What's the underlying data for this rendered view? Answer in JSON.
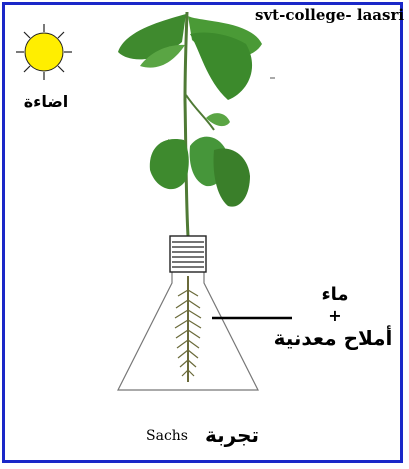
{
  "credit": "svt-college- laasri",
  "light_label": "اضاءة",
  "labels": {
    "water": "ماء",
    "plus": "+",
    "mineral_salts": "أملاح معدنية"
  },
  "caption": {
    "name": "Sachs",
    "experiment": "تجربة"
  },
  "colors": {
    "frame": "#1a28c8",
    "sun": "#ffee00",
    "leaf": "#3f8a2e",
    "stem": "#4f7a35"
  }
}
